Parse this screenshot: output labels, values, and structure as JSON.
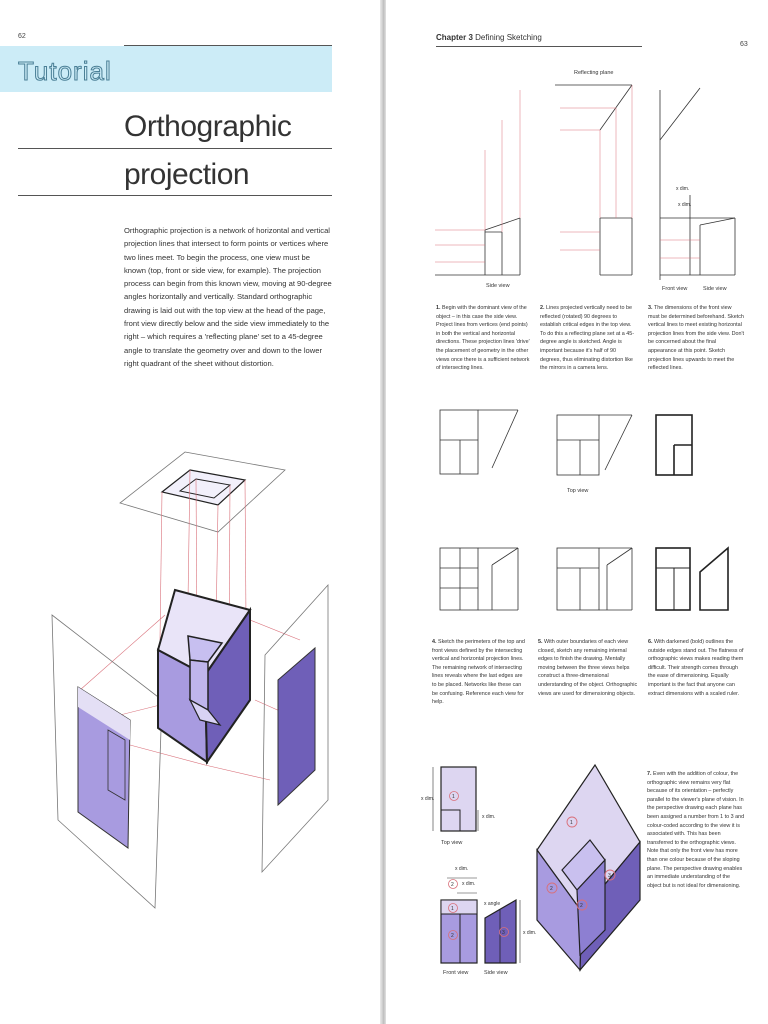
{
  "left_page": {
    "folio": "62",
    "section_label": "Tutorial",
    "title_line1": "Orthographic",
    "title_line2": "projection",
    "body_text": "Orthographic projection is a network of horizontal and vertical projection lines that intersect to form points or vertices where two lines meet. To begin the process, one view must be known (top, front or side view, for example). The projection process can begin from this known view, moving at 90-degree angles horizontally and vertically. Standard orthographic drawing is laid out with the top view at the head of the page, front view directly below and the side view immediately to the right – which requires a 'reflecting plane' set to a 45-degree angle to translate the geometry over and down to the lower right quadrant of the sheet without distortion."
  },
  "right_page": {
    "chapter_label": "Chapter 3",
    "chapter_title": "Defining Sketching",
    "folio": "63",
    "diagram_labels": {
      "reflecting_plane": "Reflecting plane",
      "side_view": "Side view",
      "front_view": "Front view",
      "side_view_2": "Side view",
      "x_dim": "x dim.",
      "top_view": "Top view",
      "x_angle": "x angle",
      "top_view_2": "Top view",
      "front_view_2": "Front view",
      "side_view_3": "Side view"
    },
    "steps": [
      {
        "num": "1.",
        "text": "Begin with the dominant view of the object – in this case the side view. Project lines from vertices (end points) in both the vertical and horizontal directions. These projection lines 'drive' the placement of geometry in the other views once there is a sufficient network of intersecting lines."
      },
      {
        "num": "2.",
        "text": "Lines projected vertically need to be reflected (rotated) 90 degrees to establish critical edges in the top view. To do this a reflecting plane set at a 45-degree angle is sketched. Angle is important because it's half of 90 degrees, thus eliminating distortion like the mirrors in a camera lens."
      },
      {
        "num": "3.",
        "text": "The dimensions of the front view must be determined beforehand. Sketch vertical lines to meet existing horizontal projection lines from the side view. Don't be concerned about the final appearance at this point. Sketch projection lines upwards to meet the reflected lines."
      },
      {
        "num": "4.",
        "text": "Sketch the perimeters of the top and front views defined by the intersecting vertical and horizontal projection lines. The remaining network of intersecting lines reveals where the last edges are to be placed. Networks like these can be confusing. Reference each view for help."
      },
      {
        "num": "5.",
        "text": "With outer boundaries of each view closed, sketch any remaining internal edges to finish the drawing. Mentally moving between the three views helps construct a three-dimensional understanding of the object. Orthographic views are used for dimensioning objects."
      },
      {
        "num": "6.",
        "text": "With darkened (bold) outlines the outside edges stand out. The flatness of orthographic views makes reading them difficult. Their strength comes through the ease of dimensioning. Equally important is the fact that anyone can extract dimensions with a scaled ruler."
      },
      {
        "num": "7.",
        "text": "Even with the addition of colour, the orthographic view remains very flat because of its orientation – perfectly parallel to the viewer's plane of vision. In the perspective drawing each plane has been assigned a number from 1 to 3 and colour-coded according to the view it is associated with. This has been transferred to the orthographic views. Note that only the front view has more than one colour because of the sloping plane. The perspective drawing enables an immediate understanding of the object but is not ideal for dimensioning."
      }
    ],
    "plane_numbers": [
      "1",
      "2",
      "3"
    ]
  },
  "colors": {
    "banner": "#ccecf7",
    "purple_light": "#ddd6f1",
    "purple_mid": "#a89be0",
    "purple_dark": "#6f5fb8",
    "projection_red": "#d9707a"
  }
}
